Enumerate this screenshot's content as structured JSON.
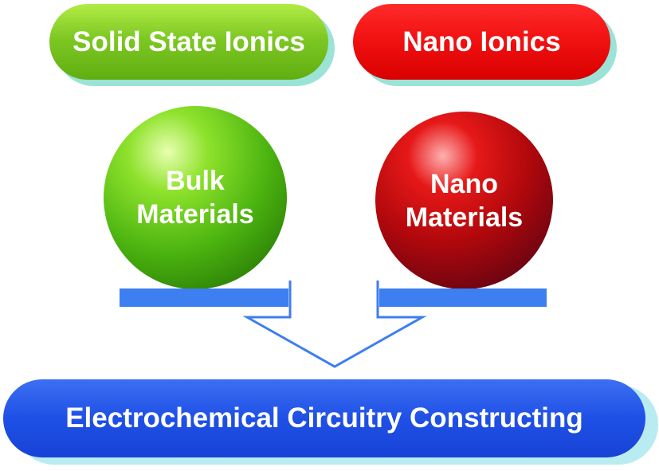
{
  "top_labels": {
    "left": "Solid State Ionics",
    "right": "Nano Ionics"
  },
  "spheres": {
    "left": {
      "line1": "Bulk",
      "line2": "Materials"
    },
    "right": {
      "line1": "Nano",
      "line2": "Materials"
    }
  },
  "bottom_label": "Electrochemical Circuitry Constructing",
  "colors": {
    "green": "#6cbc1a",
    "red": "#e80a0a",
    "dark_red": "#8a0614",
    "blue": "#2456e8",
    "bar_blue": "#3d7ef0",
    "shadow_teal": "#9be3d6"
  }
}
